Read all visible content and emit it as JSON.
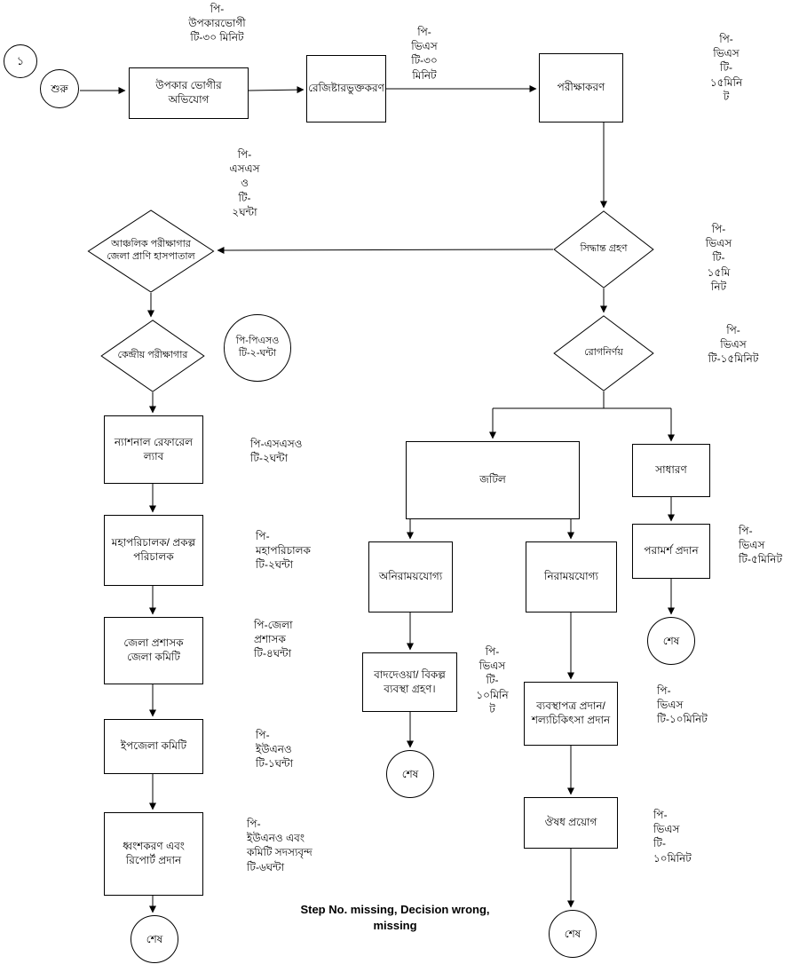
{
  "colors": {
    "line": "#000000",
    "shape_fill": "#ffffff",
    "text": "#000000"
  },
  "nodes": {
    "page_no": "১",
    "start": "শুরু",
    "complaint": "উপকার ভোগীর অভিযোগ",
    "register": "রেজিষ্টারভুক্তকরণ",
    "examine": "পরীক্ষাকরণ",
    "decision": "সিদ্ধান্ত গ্রহণ",
    "regional_lab": "আঞ্চলিক পরীক্ষাগার জেলা প্রাণি হাসপাতাল",
    "central_lab": "কেন্দ্রীয় পরীক্ষাগার",
    "central_lab_note": "পি-পিএসও\nটি-২-ঘন্টা",
    "diagnosis": "রোগনির্ণয়",
    "national_lab": "ন্যাশনাল রেফারেল ল্যাব",
    "dg": "মহাপরিচালক/ প্রকল্প পরিচালক",
    "dc": "জেলা প্রশাসক জেলা কমিটি",
    "upazila": "ইপজেলা কমিটি",
    "destroy": "ধ্বংশকরণ এবং রিপোর্ট প্রদান",
    "complex": "জটিল",
    "simple": "সাধারণ",
    "advice": "পরামর্শ প্রদান",
    "incurable": "অনিরাময়যোগ্য",
    "curable": "নিরাময়যোগ্য",
    "exclude": "বাদদেওয়া/ বিকল্প ব্যবস্থা গ্রহণ।",
    "prescription": "ব্যবস্থাপত্র প্রদান/ শল্যচিকিৎসা প্রদান",
    "medicine": "ঔষধ প্রয়োগ",
    "end": "শেষ"
  },
  "annotations": {
    "beneficiary_time": "পি-\nউপকারভোগী\nটি-৩০ মিনিট",
    "register_time": "পি-\nভিএস\nটি-৩০\nমিনিট",
    "examine_time": "পি-\nভিএস\nটি-\n১৫মিনি\nট",
    "regional_time": "পি-\nএসএস\nও\nটি-\n২ঘন্টা",
    "decision_time": "পি-\nভিএস\nটি-\n১৫মি\nনিট",
    "diagnosis_time": "পি-\nভিএস\nটি-১৫মিনিট",
    "national_time": "পি-এসএসও\nটি-২ঘন্টা",
    "dg_time": "পি-\nমহাপরিচালক\nটি-২ঘন্টা",
    "dc_time": "পি-জেলা\nপ্রশাসক\nটি-৪ঘন্টা",
    "upazila_time": "পি-\nইউএনও\nটি-১ঘন্টা",
    "destroy_time": "পি-\nইউএনও এবং\nকমিটি সদস্যবৃন্দ\nটি-৬ঘন্টা",
    "advice_time": "পি-\nভিএস\nটি-৫মিনিট",
    "exclude_time": "পি-\nভিএস\nটি-\n১০মিনি\nট",
    "prescription_time": "পি-\nভিএস\nটি-১০মিনিট",
    "medicine_time": "পি-\nভিএস\nটি-\n১০মিনিট",
    "footer_note": "Step No. missing, Decision wrong,\nmissing"
  }
}
